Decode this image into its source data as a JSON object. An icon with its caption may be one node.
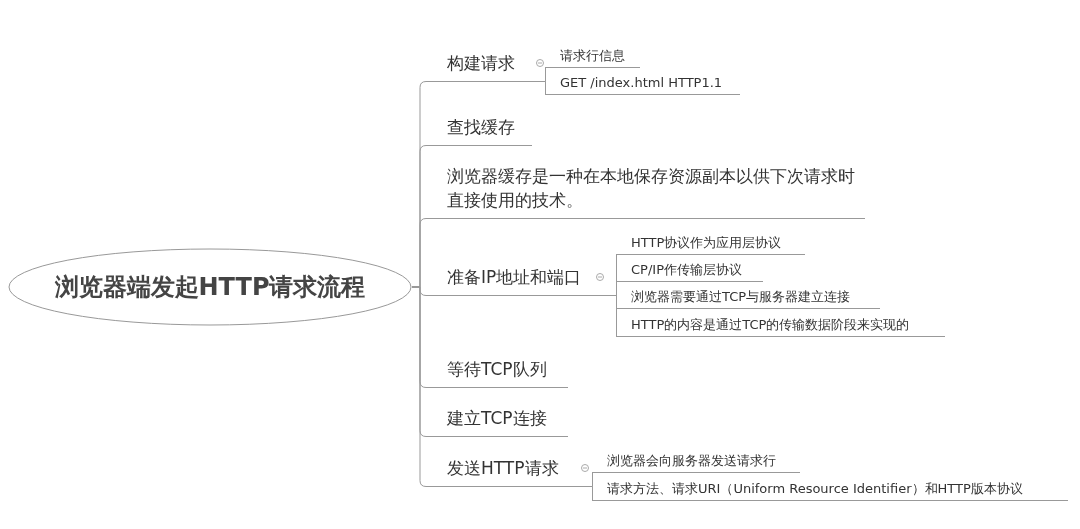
{
  "diagram": {
    "nodes": [
      {
        "text": [
          "浏览器端发起HTTP请求流程"
        ]
      },
      {
        "text": [
          "构建请求"
        ]
      },
      {
        "text": [
          "请求行信息"
        ]
      },
      {
        "text": [
          "GET /index.html HTTP1.1"
        ]
      },
      {
        "text": [
          "查找缓存"
        ]
      },
      {
        "text": [
          "浏览器缓存是一种在本地保存资源副本以供下次请求时直接使用的技术。"
        ]
      },
      {
        "text": [
          "准备IP地址和端口"
        ]
      },
      {
        "text": [
          "HTTP协议作为应用层协议"
        ]
      },
      {
        "text": [
          "CP/IP作传输层协议"
        ]
      },
      {
        "text": [
          "浏览器需要通过TCP与服务器建立连接"
        ]
      },
      {
        "text": [
          "HTTP的内容是通过TCP的传输数据阶段来实现的"
        ]
      },
      {
        "text": [
          "等待TCP队列"
        ]
      },
      {
        "text": [
          "建立TCP连接"
        ]
      },
      {
        "text": [
          "发送HTTP请求"
        ]
      },
      {
        "text": [
          "浏览器会向服务器发送请求行"
        ]
      },
      {
        "text": [
          "请求方法、请求URI（Uniform Resource Identifier）和HTTP版本协议"
        ]
      }
    ],
    "edges": [
      {
        "from": 0,
        "to": 1,
        "arrow": "none"
      },
      {
        "from": 0,
        "to": 4,
        "arrow": "none"
      },
      {
        "from": 0,
        "to": 5,
        "arrow": "none"
      },
      {
        "from": 0,
        "to": 6,
        "arrow": "none"
      },
      {
        "from": 0,
        "to": 11,
        "arrow": "none"
      },
      {
        "from": 0,
        "to": 12,
        "arrow": "none"
      },
      {
        "from": 0,
        "to": 13,
        "arrow": "none"
      },
      {
        "from": 1,
        "to": 2,
        "arrow": "none"
      },
      {
        "from": 1,
        "to": 3,
        "arrow": "none"
      },
      {
        "from": 6,
        "to": 7,
        "arrow": "none"
      },
      {
        "from": 6,
        "to": 8,
        "arrow": "none"
      },
      {
        "from": 6,
        "to": 9,
        "arrow": "none"
      },
      {
        "from": 6,
        "to": 10,
        "arrow": "none"
      },
      {
        "from": 13,
        "to": 14,
        "arrow": "none"
      },
      {
        "from": 13,
        "to": 15,
        "arrow": "none"
      }
    ]
  }
}
